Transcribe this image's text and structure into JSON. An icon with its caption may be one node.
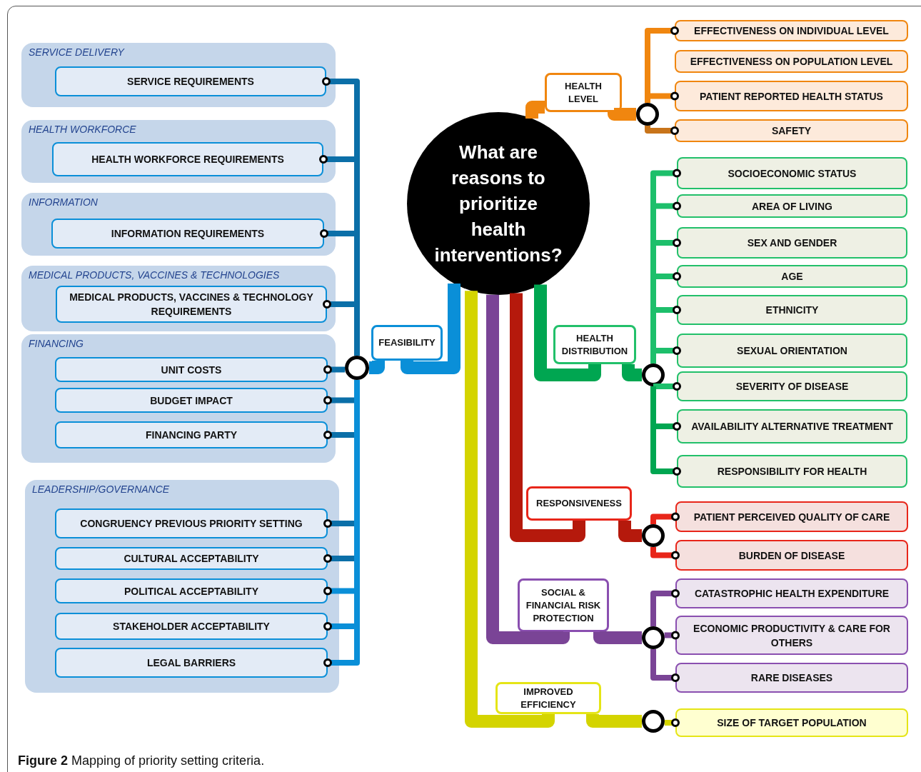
{
  "diagram": {
    "caption": "**Figure 2** Mapping of priority setting criteria.",
    "nodes": [
      {
        "text": [
          "What are reasons to prioritize health interventions?"
        ]
      },
      {
        "text": [
          "SERVICE DELIVERY"
        ]
      },
      {
        "text": [
          "SERVICE REQUIREMENTS"
        ],
        "in": 1
      },
      {
        "text": [
          "HEALTH WORKFORCE"
        ]
      },
      {
        "text": [
          "HEALTH WORKFORCE REQUIREMENTS"
        ],
        "in": 3
      },
      {
        "text": [
          "INFORMATION"
        ]
      },
      {
        "text": [
          "INFORMATION REQUIREMENTS"
        ],
        "in": 5
      },
      {
        "text": [
          "MEDICAL PRODUCTS, VACCINES & TECHNOLOGIES"
        ]
      },
      {
        "text": [
          "MEDICAL PRODUCTS, VACCINES & TECHNOLOGY REQUIREMENTS"
        ],
        "in": 7
      },
      {
        "text": [
          "FINANCING"
        ]
      },
      {
        "text": [
          "UNIT COSTS"
        ],
        "in": 9
      },
      {
        "text": [
          "BUDGET IMPACT"
        ],
        "in": 9
      },
      {
        "text": [
          "FINANCING PARTY"
        ],
        "in": 9
      },
      {
        "text": [
          "LEADERSHIP/GOVERNANCE"
        ]
      },
      {
        "text": [
          "CONGRUENCY PREVIOUS PRIORITY SETTING"
        ],
        "in": 13
      },
      {
        "text": [
          "CULTURAL ACCEPTABILITY"
        ],
        "in": 13
      },
      {
        "text": [
          "POLITICAL ACCEPTABILITY"
        ],
        "in": 13
      },
      {
        "text": [
          "STAKEHOLDER ACCEPTABILITY"
        ],
        "in": 13
      },
      {
        "text": [
          "LEGAL BARRIERS"
        ],
        "in": 13
      },
      {
        "text": [
          "FEASIBILITY"
        ]
      },
      {
        "text": [],
        "shape": "circle"
      },
      {
        "text": [
          "HEALTH LEVEL"
        ]
      },
      {
        "text": [],
        "shape": "circle"
      },
      {
        "text": [
          "EFFECTIVENESS ON INDIVIDUAL LEVEL"
        ]
      },
      {
        "text": [
          "EFFECTIVENESS ON POPULATION LEVEL"
        ]
      },
      {
        "text": [
          "PATIENT REPORTED HEALTH STATUS"
        ]
      },
      {
        "text": [
          "SAFETY"
        ]
      },
      {
        "text": [
          "HEALTH DISTRIBUTION"
        ]
      },
      {
        "text": [],
        "shape": "circle"
      },
      {
        "text": [
          "SOCIOECONOMIC STATUS"
        ]
      },
      {
        "text": [
          "AREA OF LIVING"
        ]
      },
      {
        "text": [
          "SEX AND GENDER"
        ]
      },
      {
        "text": [
          "AGE"
        ]
      },
      {
        "text": [
          "ETHNICITY"
        ]
      },
      {
        "text": [
          "SEXUAL ORIENTATION"
        ]
      },
      {
        "text": [
          "SEVERITY OF DISEASE"
        ]
      },
      {
        "text": [
          "AVAILABILITY ALTERNATIVE TREATMENT"
        ]
      },
      {
        "text": [
          "RESPONSIBILITY FOR HEALTH"
        ]
      },
      {
        "text": [
          "RESPONSIVENESS"
        ]
      },
      {
        "text": [],
        "shape": "circle"
      },
      {
        "text": [
          "PATIENT PERCEIVED QUALITY OF CARE"
        ]
      },
      {
        "text": [
          "BURDEN OF DISEASE"
        ]
      },
      {
        "text": [
          "SOCIAL & FINANCIAL RISK PROTECTION"
        ]
      },
      {
        "text": [],
        "shape": "circle"
      },
      {
        "text": [
          "CATASTROPHIC HEALTH EXPENDITURE"
        ]
      },
      {
        "text": [
          "ECONOMIC PRODUCTIVITY & CARE FOR OTHERS"
        ]
      },
      {
        "text": [
          "RARE DISEASES"
        ]
      },
      {
        "text": [
          "IMPROVED EFFICIENCY"
        ]
      },
      {
        "text": [],
        "shape": "circle"
      },
      {
        "text": [
          "SIZE OF TARGET POPULATION"
        ]
      }
    ],
    "edges": [
      {
        "from": 0,
        "to": 21,
        "arrow": "none",
        "style": "thick",
        "color": "#f0860f"
      },
      {
        "from": 0,
        "to": 19,
        "arrow": "none",
        "style": "thick",
        "color": "#0a8fd8"
      },
      {
        "from": 0,
        "to": 27,
        "arrow": "none",
        "style": "thick",
        "color": "#00a651"
      },
      {
        "from": 0,
        "to": 38,
        "arrow": "none",
        "style": "thick",
        "color": "#b5190c"
      },
      {
        "from": 0,
        "to": 42,
        "arrow": "none",
        "style": "thick",
        "color": "#7a4496"
      },
      {
        "from": 0,
        "to": 47,
        "arrow": "none",
        "style": "thick",
        "color": "#d4d400"
      },
      {
        "from": 21,
        "to": 22,
        "arrow": "none",
        "style": "thick",
        "color": "#f0860f"
      },
      {
        "from": 19,
        "to": 20,
        "arrow": "none",
        "style": "thick",
        "color": "#0a8fd8"
      },
      {
        "from": 27,
        "to": 28,
        "arrow": "none",
        "style": "thick",
        "color": "#00a651"
      },
      {
        "from": 38,
        "to": 39,
        "arrow": "none",
        "style": "thick",
        "color": "#b5190c"
      },
      {
        "from": 42,
        "to": 43,
        "arrow": "none",
        "style": "thick",
        "color": "#7a4496"
      },
      {
        "from": 47,
        "to": 48,
        "arrow": "none",
        "style": "thick",
        "color": "#d4d400"
      },
      {
        "from": 20,
        "to": 2,
        "arrow": "other",
        "color": "#0b6fa8"
      },
      {
        "from": 20,
        "to": 4,
        "arrow": "other",
        "color": "#0b6fa8"
      },
      {
        "from": 20,
        "to": 6,
        "arrow": "other",
        "color": "#0b6fa8"
      },
      {
        "from": 20,
        "to": 8,
        "arrow": "other",
        "color": "#0b6fa8"
      },
      {
        "from": 20,
        "to": 10,
        "arrow": "other",
        "color": "#0b6fa8"
      },
      {
        "from": 20,
        "to": 11,
        "arrow": "other",
        "color": "#0b6fa8"
      },
      {
        "from": 20,
        "to": 12,
        "arrow": "other",
        "color": "#0b6fa8"
      },
      {
        "from": 20,
        "to": 14,
        "arrow": "other",
        "color": "#0b6fa8"
      },
      {
        "from": 20,
        "to": 15,
        "arrow": "other",
        "color": "#0b6fa8"
      },
      {
        "from": 20,
        "to": 16,
        "arrow": "other",
        "color": "#0a8fd8"
      },
      {
        "from": 20,
        "to": 17,
        "arrow": "other",
        "color": "#0a8fd8"
      },
      {
        "from": 20,
        "to": 18,
        "arrow": "other",
        "color": "#0a8fd8"
      },
      {
        "from": 22,
        "to": 23,
        "arrow": "other",
        "color": "#f0860f"
      },
      {
        "from": 22,
        "to": 25,
        "arrow": "other",
        "color": "#f0860f"
      },
      {
        "from": 22,
        "to": 26,
        "arrow": "other",
        "color": "#c8741a"
      },
      {
        "from": 28,
        "to": 29,
        "arrow": "other",
        "color": "#1dbf6b"
      },
      {
        "from": 28,
        "to": 30,
        "arrow": "other",
        "color": "#1dbf6b"
      },
      {
        "from": 28,
        "to": 31,
        "arrow": "other",
        "color": "#1dbf6b"
      },
      {
        "from": 28,
        "to": 32,
        "arrow": "other",
        "color": "#1dbf6b"
      },
      {
        "from": 28,
        "to": 33,
        "arrow": "other",
        "color": "#1dbf6b"
      },
      {
        "from": 28,
        "to": 34,
        "arrow": "other",
        "color": "#1dbf6b"
      },
      {
        "from": 28,
        "to": 35,
        "arrow": "other",
        "color": "#1dbf6b"
      },
      {
        "from": 28,
        "to": 36,
        "arrow": "other",
        "color": "#00a651"
      },
      {
        "from": 28,
        "to": 37,
        "arrow": "other",
        "color": "#00a651"
      },
      {
        "from": 39,
        "to": 40,
        "arrow": "other",
        "color": "#e8261a"
      },
      {
        "from": 39,
        "to": 41,
        "arrow": "other",
        "color": "#e8261a"
      },
      {
        "from": 43,
        "to": 44,
        "arrow": "other",
        "color": "#7a4496"
      },
      {
        "from": 43,
        "to": 45,
        "arrow": "other",
        "color": "#7a4496"
      },
      {
        "from": 43,
        "to": 46,
        "arrow": "other",
        "color": "#7a4496"
      },
      {
        "from": 48,
        "to": 49,
        "arrow": "other",
        "color": "#d4d400"
      }
    ]
  }
}
